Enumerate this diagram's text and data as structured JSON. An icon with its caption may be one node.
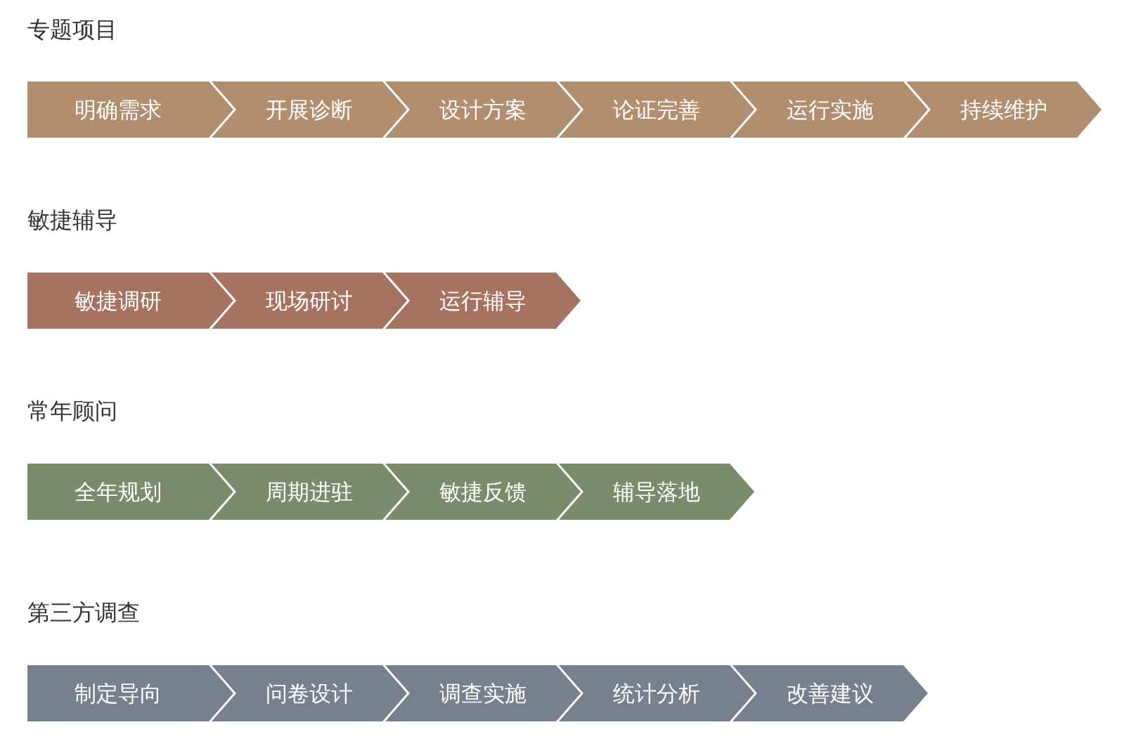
{
  "diagram": {
    "nodes": [
      {
        "text": [
          "明确需求"
        ]
      },
      {
        "text": [
          "开展诊断"
        ]
      },
      {
        "text": [
          "设计方案"
        ]
      },
      {
        "text": [
          "论证完善"
        ]
      },
      {
        "text": [
          "运行实施"
        ]
      },
      {
        "text": [
          "持续维护"
        ]
      },
      {
        "text": [
          "敏捷调研"
        ]
      },
      {
        "text": [
          "现场研讨"
        ]
      },
      {
        "text": [
          "运行辅导"
        ]
      },
      {
        "text": [
          "全年规划"
        ]
      },
      {
        "text": [
          "周期进驻"
        ]
      },
      {
        "text": [
          "敏捷反馈"
        ]
      },
      {
        "text": [
          "辅导落地"
        ]
      },
      {
        "text": [
          "制定导向"
        ]
      },
      {
        "text": [
          "问卷设计"
        ]
      },
      {
        "text": [
          "调查实施"
        ]
      },
      {
        "text": [
          "统计分析"
        ]
      },
      {
        "text": [
          "改善建议"
        ]
      }
    ],
    "labels": [
      "专题项目",
      "敏捷辅导",
      "常年顾问",
      "第三方调查"
    ]
  }
}
